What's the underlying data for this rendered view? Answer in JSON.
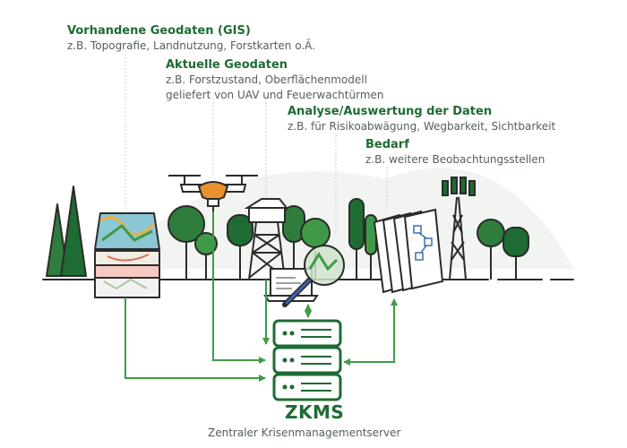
{
  "labels": [
    {
      "title": "Vorhandene Geodaten (GIS)",
      "lines": [
        "z.B. Topografie, Landnutzung, Forstkarten o.Ä."
      ]
    },
    {
      "title": "Aktuelle Geodaten",
      "lines": [
        "z.B. Forstzustand, Oberflächenmodell",
        "geliefert von UAV und Feuerwachtürmen"
      ]
    },
    {
      "title": "Analyse/Auswertung der Daten",
      "lines": [
        "z.B. für Risikoabwägung, Wegbarkeit, Sichtbarkeit"
      ]
    },
    {
      "title": "Bedarf",
      "lines": [
        "z.B. weitere Beobachtungsstellen"
      ]
    }
  ],
  "server": {
    "title": "ZKMS",
    "subtitle": "Zentraler Krisenmanagementserver"
  },
  "colors": {
    "dark_green": "#1e6b33",
    "mid_green": "#3f9a47",
    "light_green": "#b9d9ae",
    "orange": "#e8912d",
    "outline": "#2b2b2b",
    "server_fill": "#ffffff"
  }
}
